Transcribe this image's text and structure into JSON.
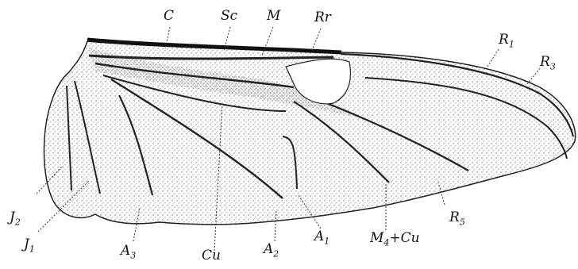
{
  "figure": {
    "labels": {
      "C": "C",
      "Sc": "Sc",
      "M": "M",
      "Rr": "Rr",
      "R1": {
        "base": "R",
        "sub": "1"
      },
      "R3": {
        "base": "R",
        "sub": "3"
      },
      "R5": {
        "base": "R",
        "sub": "5"
      },
      "J2": {
        "base": "J",
        "sub": "2"
      },
      "J1": {
        "base": "J",
        "sub": "1"
      },
      "A3": {
        "base": "A",
        "sub": "3"
      },
      "Cu": "Cu",
      "A2": {
        "base": "A",
        "sub": "2"
      },
      "A1": {
        "base": "A",
        "sub": "1"
      },
      "M4Cu": {
        "base": "M",
        "sub": "4",
        "suffix": "+Cu"
      }
    },
    "colors": {
      "ink": "#111111",
      "wing_fill": "#e9e9e9",
      "stipple": "#7a7a7a"
    }
  }
}
